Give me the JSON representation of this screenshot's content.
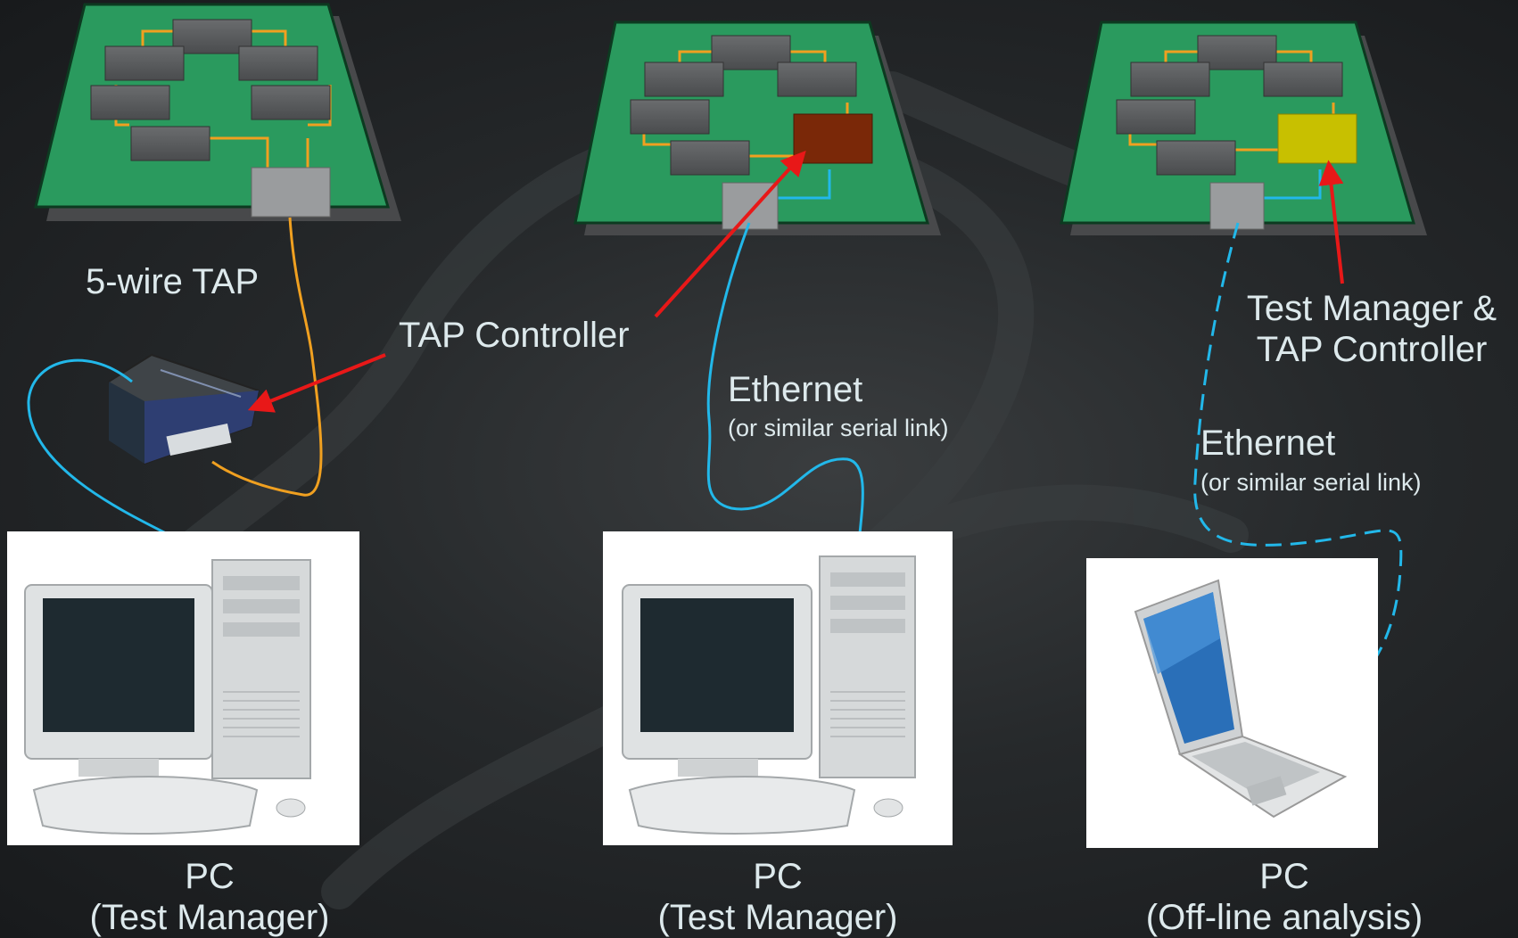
{
  "labels": {
    "five_wire_tap": "5-wire TAP",
    "tap_controller": "TAP Controller",
    "ethernet_1": "Ethernet",
    "ethernet_1_note": "(or similar serial link)",
    "ethernet_2": "Ethernet",
    "ethernet_2_note": "(or similar serial link)",
    "test_manager_tap_line1": "Test Manager &",
    "test_manager_tap_line2": "TAP Controller"
  },
  "pcs": [
    {
      "title": "PC",
      "role": "(Test Manager)"
    },
    {
      "title": "PC",
      "role": "(Test Manager)"
    },
    {
      "title": "PC",
      "role": "(Off-line analysis)"
    }
  ],
  "colors": {
    "pcb": "#2a9a5e",
    "trace": "#f0a020",
    "cable_blue": "#22b8ea",
    "arrow_red": "#e81818",
    "chip": "#555759",
    "tap_controller_chip": "#7a2808",
    "test_manager_chip": "#c8c000"
  },
  "icons": [
    "jtag-controller-box-icon",
    "desktop-pc-icon",
    "laptop-icon",
    "circuit-board-icon"
  ]
}
